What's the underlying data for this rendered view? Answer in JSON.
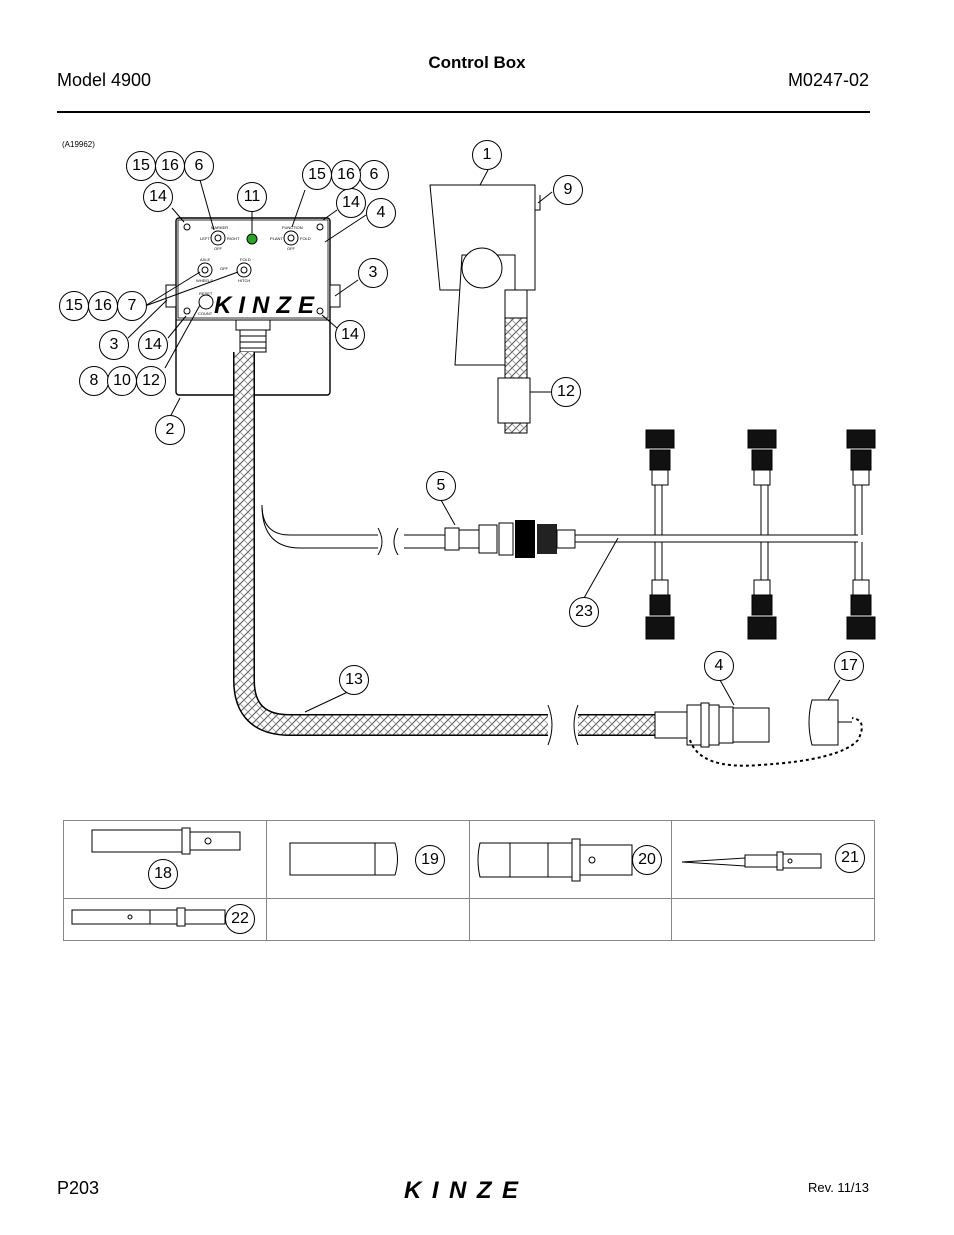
{
  "header": {
    "title": "Control Box",
    "model": "Model 4900",
    "doc_number": "M0247-02"
  },
  "figure_ref": "(A19962)",
  "control_panel": {
    "brand": "KINZE",
    "switch1_top": "MARKER",
    "switch1_left": "LEFT",
    "switch1_right": "RIGHT",
    "switch1_bottom": "OFF",
    "switch2_top": "FUNCTION",
    "switch2_left": "PLANT",
    "switch2_right": "FOLD",
    "switch2_bottom": "OFF",
    "switch3_top": "AXLE",
    "switch3_bottom": "WHEELS",
    "switch3_right": "OFF",
    "switch4_top": "FOLD",
    "switch4_bottom": "HITCH",
    "button_label_top": "RESET",
    "button_label_bottom": "COUNT",
    "indicator_color": "#22aa22"
  },
  "callouts": {
    "c1": "1",
    "c2": "2",
    "c3a": "3",
    "c3b": "3",
    "c4a": "4",
    "c4b": "4",
    "c5": "5",
    "c6a": "6",
    "c6b": "6",
    "c7": "7",
    "c8": "8",
    "c9": "9",
    "c10": "10",
    "c11": "11",
    "c12a": "12",
    "c12b": "12",
    "c13": "13",
    "c14a": "14",
    "c14b": "14",
    "c14c": "14",
    "c14d": "14",
    "c15a": "15",
    "c15b": "15",
    "c15c": "15",
    "c16a": "16",
    "c16b": "16",
    "c16c": "16",
    "c17": "17",
    "c18": "18",
    "c19": "19",
    "c20": "20",
    "c21": "21",
    "c22": "22",
    "c23": "23"
  },
  "footer": {
    "page": "P203",
    "revision": "Rev. 11/13",
    "brand": "KINZE"
  }
}
